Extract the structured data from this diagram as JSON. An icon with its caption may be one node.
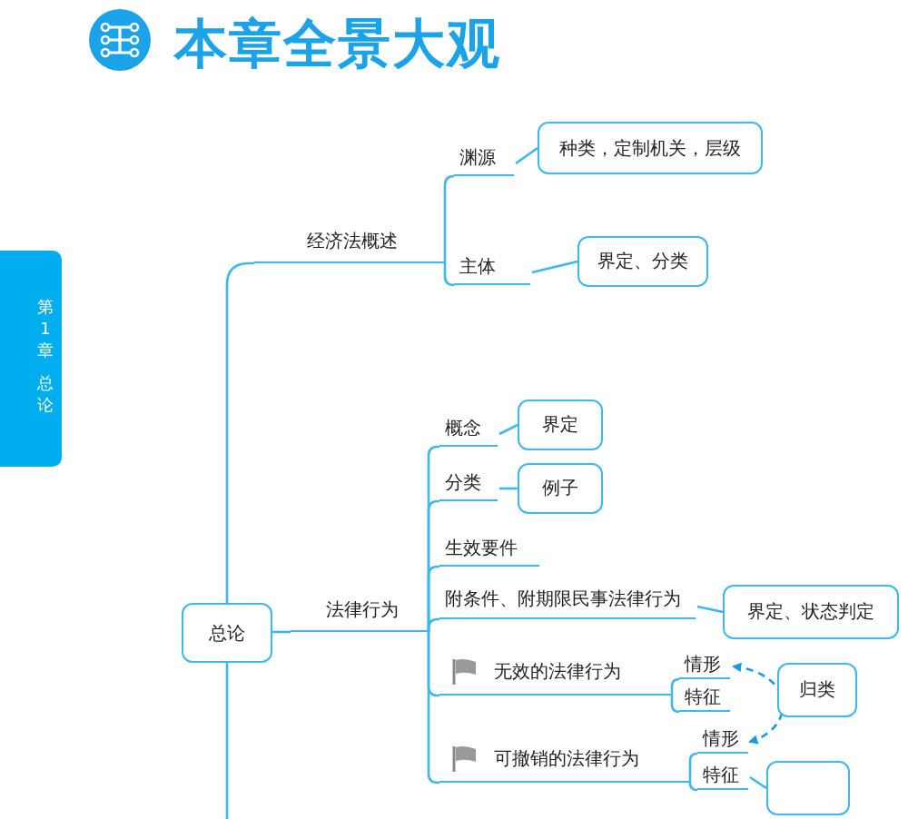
{
  "diagram": {
    "title": "本章全景大观",
    "nodes": [
      {
        "text": [
          "总论"
        ]
      },
      {
        "text": [
          "经济法概述"
        ]
      },
      {
        "text": [
          "渊源"
        ]
      },
      {
        "text": [
          "种类，定制机关，层级"
        ]
      },
      {
        "text": [
          "主体"
        ]
      },
      {
        "text": [
          "界定、分类"
        ]
      },
      {
        "text": [
          "法律行为"
        ]
      },
      {
        "text": [
          "概念"
        ]
      },
      {
        "text": [
          "界定"
        ]
      },
      {
        "text": [
          "分类"
        ]
      },
      {
        "text": [
          "例子"
        ]
      },
      {
        "text": [
          "生效要件"
        ]
      },
      {
        "text": [
          "附条件、附期限民事法律行为"
        ]
      },
      {
        "text": [
          "界定、状态判定"
        ]
      },
      {
        "text": [
          "无效的法律行为"
        ]
      },
      {
        "text": [
          "情形"
        ]
      },
      {
        "text": [
          "特征"
        ]
      },
      {
        "text": [
          "归类"
        ]
      },
      {
        "text": [
          "可撤销的法律行为"
        ]
      },
      {
        "text": [
          "情形"
        ]
      },
      {
        "text": [
          "特征"
        ]
      },
      {
        "text": [],
        "shape": "box"
      }
    ],
    "edges": [
      {
        "from": 0,
        "to": 1,
        "arrow": "none"
      },
      {
        "from": 1,
        "to": 2,
        "arrow": "none"
      },
      {
        "from": 2,
        "to": 3,
        "arrow": "none"
      },
      {
        "from": 1,
        "to": 4,
        "arrow": "none"
      },
      {
        "from": 4,
        "to": 5,
        "arrow": "none"
      },
      {
        "from": 0,
        "to": 6,
        "arrow": "none"
      },
      {
        "from": 6,
        "to": 7,
        "arrow": "none"
      },
      {
        "from": 7,
        "to": 8,
        "arrow": "none"
      },
      {
        "from": 6,
        "to": 9,
        "arrow": "none"
      },
      {
        "from": 9,
        "to": 10,
        "arrow": "none"
      },
      {
        "from": 6,
        "to": 11,
        "arrow": "none"
      },
      {
        "from": 6,
        "to": 12,
        "arrow": "none"
      },
      {
        "from": 12,
        "to": 13,
        "arrow": "none"
      },
      {
        "from": 6,
        "to": 14,
        "arrow": "none"
      },
      {
        "from": 14,
        "to": 15,
        "arrow": "none"
      },
      {
        "from": 14,
        "to": 16,
        "arrow": "none"
      },
      {
        "from": 15,
        "to": 19,
        "arrow": "both",
        "style": "dashed",
        "color": "#1a9be0"
      },
      {
        "from": 6,
        "to": 18,
        "arrow": "none"
      },
      {
        "from": 18,
        "to": 19,
        "arrow": "none"
      },
      {
        "from": 18,
        "to": 20,
        "arrow": "none"
      },
      {
        "from": 20,
        "to": 21,
        "arrow": "none"
      }
    ],
    "labels": [
      "第1章",
      "总论"
    ]
  }
}
